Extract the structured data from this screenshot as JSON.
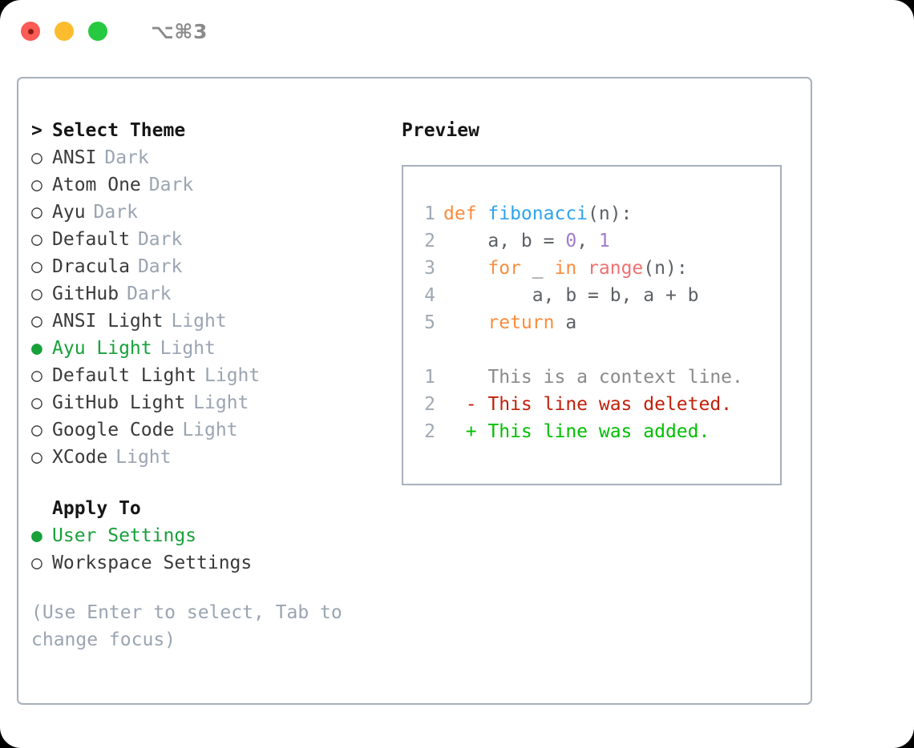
{
  "titlebar": {
    "shortcut": "⌥⌘3",
    "lights": [
      "close-red",
      "minimize-yellow",
      "maximize-green"
    ]
  },
  "theme_picker": {
    "heading": "Select Theme",
    "heading_caret": ">",
    "marker_unselected": "○",
    "marker_selected": "●",
    "items": [
      {
        "name": "ANSI",
        "category": "Dark",
        "selected": false
      },
      {
        "name": "Atom One",
        "category": "Dark",
        "selected": false
      },
      {
        "name": "Ayu",
        "category": "Dark",
        "selected": false
      },
      {
        "name": "Default",
        "category": "Dark",
        "selected": false
      },
      {
        "name": "Dracula",
        "category": "Dark",
        "selected": false
      },
      {
        "name": "GitHub",
        "category": "Dark",
        "selected": false
      },
      {
        "name": "ANSI Light",
        "category": "Light",
        "selected": false
      },
      {
        "name": "Ayu Light",
        "category": "Light",
        "selected": true
      },
      {
        "name": "Default Light",
        "category": "Light",
        "selected": false
      },
      {
        "name": "GitHub Light",
        "category": "Light",
        "selected": false
      },
      {
        "name": "Google Code",
        "category": "Light",
        "selected": false
      },
      {
        "name": "XCode",
        "category": "Light",
        "selected": false
      }
    ]
  },
  "apply_to": {
    "heading": "Apply To",
    "items": [
      {
        "name": "User Settings",
        "selected": true
      },
      {
        "name": "Workspace Settings",
        "selected": false
      }
    ]
  },
  "hint": "(Use Enter to select, Tab to change focus)",
  "preview": {
    "title": "Preview",
    "code_lines": [
      {
        "number": "1",
        "tokens": [
          {
            "text": "def ",
            "type": "kw"
          },
          {
            "text": "fibonacci",
            "type": "fn"
          },
          {
            "text": "(n):",
            "type": "plain"
          }
        ]
      },
      {
        "number": "2",
        "tokens": [
          {
            "text": "    a, b = ",
            "type": "plain"
          },
          {
            "text": "0",
            "type": "num"
          },
          {
            "text": ", ",
            "type": "plain"
          },
          {
            "text": "1",
            "type": "num"
          }
        ]
      },
      {
        "number": "3",
        "tokens": [
          {
            "text": "    ",
            "type": "plain"
          },
          {
            "text": "for",
            "type": "kw"
          },
          {
            "text": " _ ",
            "type": "plain"
          },
          {
            "text": "in",
            "type": "kw"
          },
          {
            "text": " ",
            "type": "plain"
          },
          {
            "text": "range",
            "type": "call"
          },
          {
            "text": "(n):",
            "type": "plain"
          }
        ]
      },
      {
        "number": "4",
        "tokens": [
          {
            "text": "        a, b = b, a + b",
            "type": "plain"
          }
        ]
      },
      {
        "number": "5",
        "tokens": [
          {
            "text": "    ",
            "type": "plain"
          },
          {
            "text": "return",
            "type": "kw"
          },
          {
            "text": " a",
            "type": "plain"
          }
        ]
      }
    ],
    "diff_lines": [
      {
        "number": "1",
        "sign": " ",
        "text": "This is a context line.",
        "type": "ctx"
      },
      {
        "number": "2",
        "sign": "-",
        "text": "This line was deleted.",
        "type": "del"
      },
      {
        "number": "2",
        "sign": "+",
        "text": "This line was added.",
        "type": "add"
      }
    ]
  },
  "colors": {
    "accent_green": "#18a03a",
    "diff_add": "#00bf00",
    "diff_del": "#c0210a",
    "border": "#a7b0bd",
    "muted": "#9aa4b2",
    "keyword": "#fa8d3e",
    "function": "#2fa3f0",
    "number": "#a37acc",
    "call": "#f07171"
  }
}
